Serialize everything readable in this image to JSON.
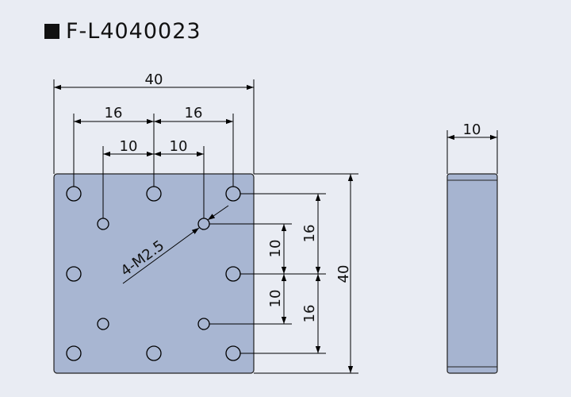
{
  "title": {
    "square_glyph": "■",
    "model": "F-L4040023"
  },
  "dimensions": {
    "overall_width": "40",
    "pitch_outer_left": "16",
    "pitch_outer_right": "16",
    "pitch_inner_left": "10",
    "pitch_inner_right": "10",
    "overall_height": "40",
    "pitch_right_upper": "16",
    "pitch_right_lower": "16",
    "pitch_inner_upper": "10",
    "pitch_inner_lower": "10",
    "thickness": "10"
  },
  "callout": {
    "thread": "4-M2.5"
  },
  "colors": {
    "background": "#e9ecf3",
    "plate_fill": "#a8b6d2",
    "side_fill": "#a6b4d0",
    "line": "#000000"
  }
}
